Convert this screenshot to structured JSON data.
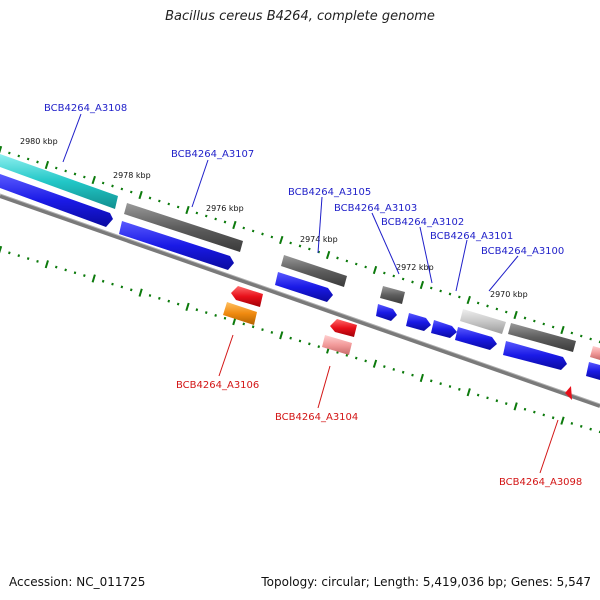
{
  "title": "Bacillus cereus B4264, complete genome",
  "footer": {
    "accession": "Accession: NC_011725",
    "stats": "Topology: circular; Length: 5,419,036 bp; Genes: 5,547"
  },
  "scale_labels": [
    "2980 kbp",
    "2978 kbp",
    "2976 kbp",
    "2974 kbp",
    "2972 kbp",
    "2970 kbp"
  ],
  "genes_top": [
    {
      "label": "BCB4264_A3108"
    },
    {
      "label": "BCB4264_A3107"
    },
    {
      "label": "BCB4264_A3105"
    },
    {
      "label": "BCB4264_A3103"
    },
    {
      "label": "BCB4264_A3102"
    },
    {
      "label": "BCB4264_A3101"
    },
    {
      "label": "BCB4264_A3100"
    }
  ],
  "genes_bottom": [
    {
      "label": "BCB4264_A3106"
    },
    {
      "label": "BCB4264_A3104"
    },
    {
      "label": "BCB4264_A3098"
    }
  ],
  "colors": {
    "forward_strand": "#1a1ae6",
    "reverse_red": "#e8101a",
    "tick_green": "#0c7a0c",
    "backbone": "#7a7a7a",
    "cyan_gene": "#22c7c7",
    "gray_gene": "#5e5e5e",
    "light_gray_gene": "#c8c8c8",
    "orange_gene": "#f08a10",
    "pink_gene": "#f29a9a"
  }
}
